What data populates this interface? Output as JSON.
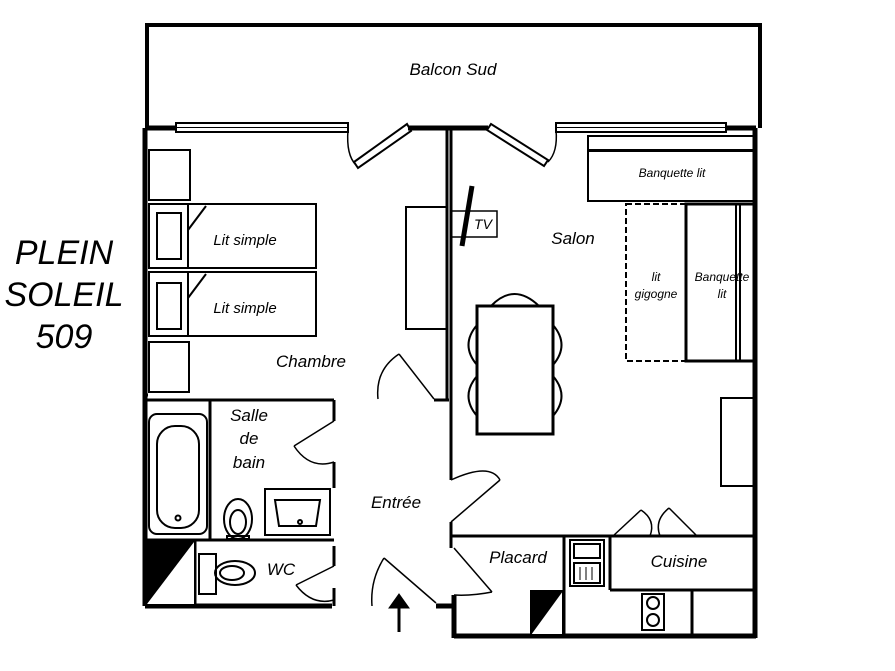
{
  "title": {
    "line1": "PLEIN",
    "line2": "SOLEIL",
    "line3": "509"
  },
  "rooms": {
    "balcon": "Balcon Sud",
    "chambre": "Chambre",
    "salon": "Salon",
    "salle_line1": "Salle",
    "salle_line2": "de",
    "salle_line3": "bain",
    "wc": "WC",
    "entree": "Entrée",
    "placard": "Placard",
    "cuisine": "Cuisine"
  },
  "furniture": {
    "lit_simple_1": "Lit simple",
    "lit_simple_2": "Lit simple",
    "tv": "TV",
    "banquette_top": "Banquette lit",
    "lit_gigogne_line1": "lit",
    "lit_gigogne_line2": "gigogne",
    "banquette_side_line1": "Banquette",
    "banquette_side_line2": "lit"
  }
}
